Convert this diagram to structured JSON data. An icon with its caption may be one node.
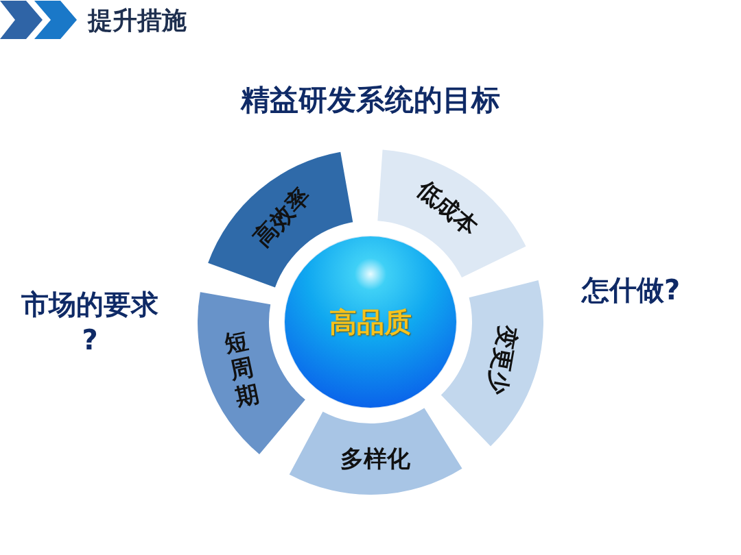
{
  "diagram": {
    "title": "提升措施",
    "nodes": [
      {
        "text": [
          "高品质"
        ]
      },
      {
        "text": [
          "高效率"
        ]
      },
      {
        "text": [
          "低成本"
        ]
      },
      {
        "text": [
          "变更少"
        ]
      },
      {
        "text": [
          "多样化"
        ]
      },
      {
        "text": [
          "短周期"
        ]
      }
    ],
    "labels": [
      "精益研发系统的目标",
      "市场的要求?",
      "怎什做?"
    ]
  }
}
